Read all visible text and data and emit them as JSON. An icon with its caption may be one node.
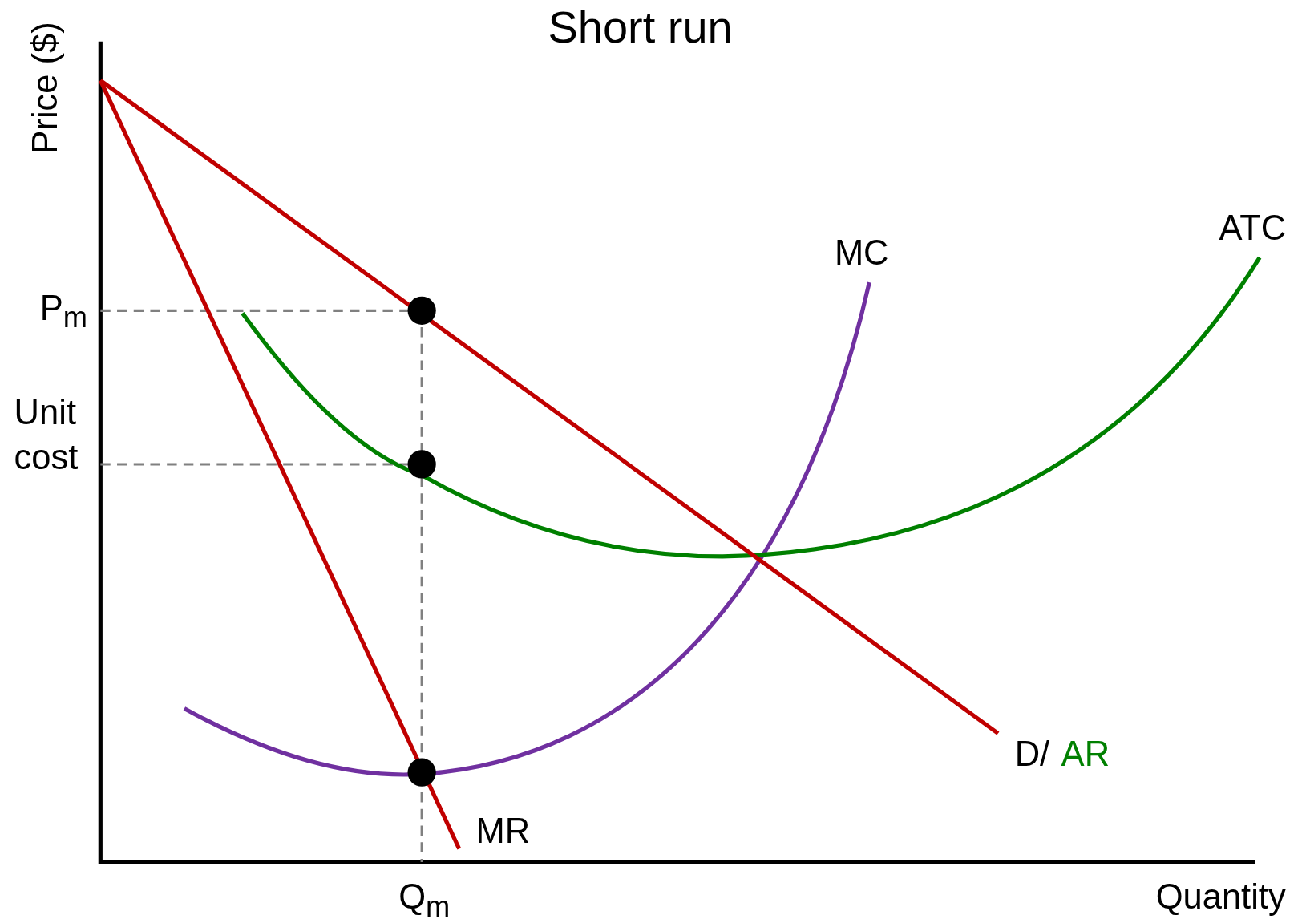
{
  "diagram": {
    "title": "Short run",
    "labels": [
      "Price ($)",
      "ATC",
      "MC",
      "P$_{m}$",
      "Unit cost",
      "D/",
      "AR",
      "MR",
      "Q$_{m}$",
      "Quantity"
    ]
  }
}
